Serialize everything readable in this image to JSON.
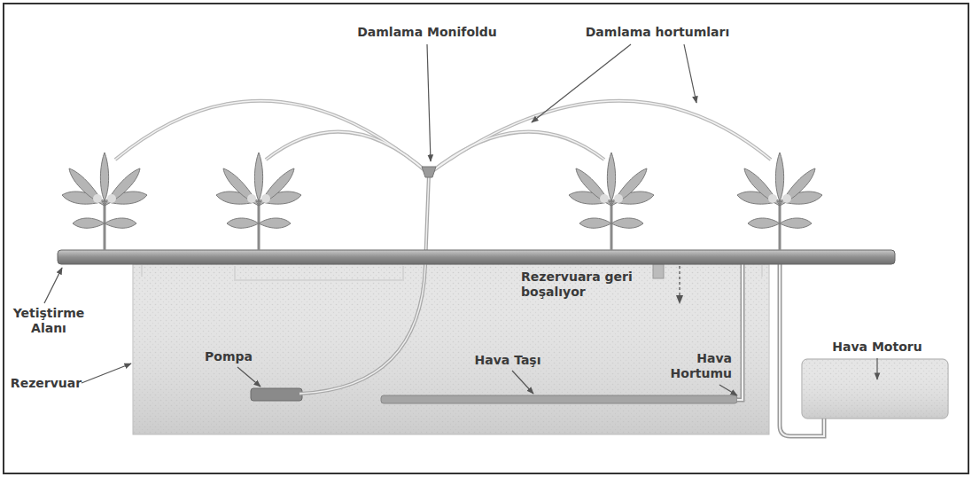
{
  "diagram": {
    "labels": [
      "Damlama Monifoldu",
      "Damlama hortumları",
      "Yetiştirme Alanı",
      "Rezervuara geri boşalıyor",
      "Hava Motoru",
      "Hava Hortumu",
      "Rezervuar",
      "Pompa",
      "Hava Taşı"
    ]
  }
}
